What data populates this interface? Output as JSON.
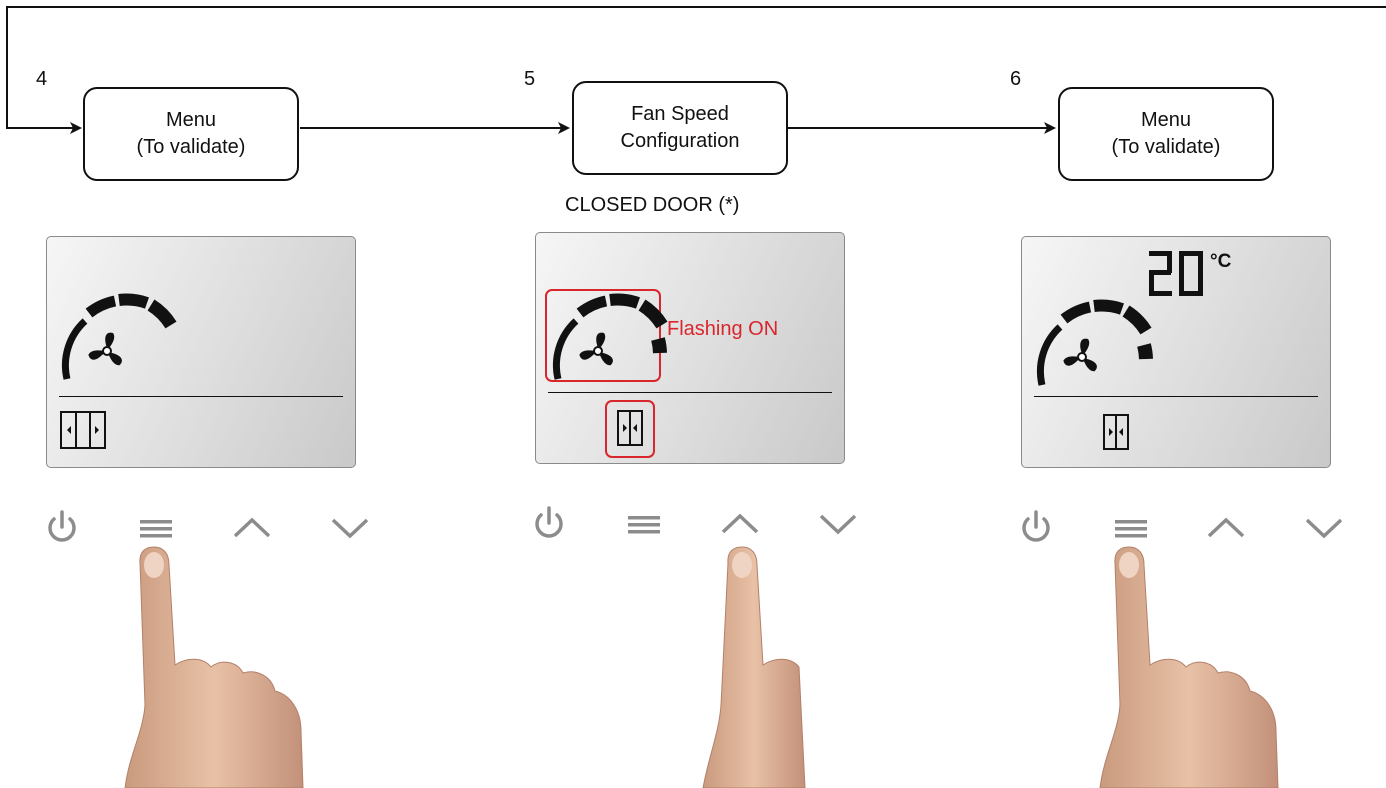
{
  "steps": [
    {
      "number": "4",
      "line1": "Menu",
      "line2": "(To validate)"
    },
    {
      "number": "5",
      "line1": "Fan Speed",
      "line2": "Configuration"
    },
    {
      "number": "6",
      "line1": "Menu",
      "line2": "(To validate)"
    }
  ],
  "middle_note": "CLOSED DOOR (*)",
  "flash_label": "Flashing ON",
  "temperature": {
    "value": "20",
    "unit": "°C"
  },
  "icons": {
    "buttons": [
      "power-icon",
      "menu-icon",
      "chevron-up-icon",
      "chevron-down-icon"
    ],
    "panel": [
      "fan-speed-gauge-icon",
      "door-icon"
    ],
    "hand": "pointing-finger"
  },
  "colors": {
    "highlight": "#d9262c",
    "buttons": "#8c8c8c",
    "lines": "#111111"
  }
}
